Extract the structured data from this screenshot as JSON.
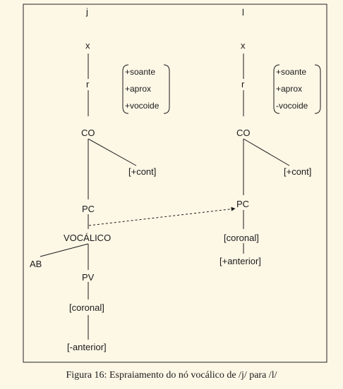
{
  "left_tree": {
    "segment": "j",
    "x": "x",
    "r": "r",
    "features": [
      "+soante",
      "+aprox",
      "+vocoide"
    ],
    "co": "CO",
    "cont": "[+cont]",
    "pc": "PC",
    "vocalico": "VOCÁLICO",
    "ab": "AB",
    "pv": "PV",
    "coronal": "[coronal]",
    "anterior": "[-anterior]"
  },
  "right_tree": {
    "segment": "l",
    "x": "x",
    "r": "r",
    "features": [
      "+soante",
      "+aprox",
      "-vocoide"
    ],
    "co": "CO",
    "cont": "[+cont]",
    "pc": "PC",
    "coronal": "[coronal]",
    "anterior": "[+anterior]"
  },
  "caption": "Figura 16: Espraiamento do nó vocálico de /j/ para /l/"
}
